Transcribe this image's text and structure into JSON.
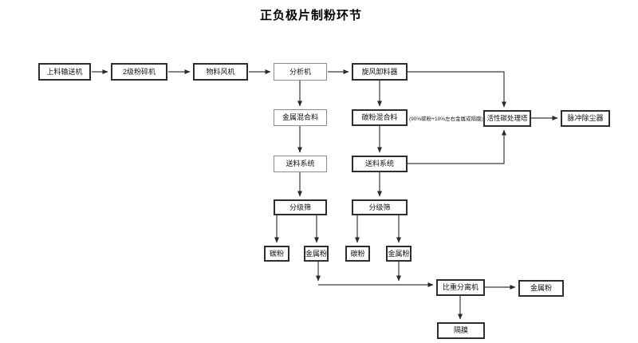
{
  "title": "正负极片制粉环节",
  "nodes": {
    "feeder": "上料输送机",
    "crusher": "2级粉碎机",
    "fan": "物料风机",
    "analyzer": "分析机",
    "cyclone": "旋风卸料器",
    "metal_mix": "金属混合料",
    "carbon_mix": "碳粉混合料",
    "ac_tower": "活性碳处理塔",
    "dust_collector": "脉冲除尘器",
    "feed_system_1": "送料系统",
    "feed_system_2": "送料系统",
    "sieve_1": "分级筛",
    "sieve_2": "分级筛",
    "carbon_1": "碳粉",
    "metal_1": "金属粉",
    "carbon_2": "碳粉",
    "metal_2": "金属粉",
    "gravity_separator": "比重分离机",
    "metal_out": "金属粉",
    "membrane": "隔膜"
  },
  "annotation": "(90%碳粉+10%左右金属或隔膜)",
  "edges": [
    {
      "from": "上料输送机",
      "to": "2级粉碎机"
    },
    {
      "from": "2级粉碎机",
      "to": "物料风机"
    },
    {
      "from": "物料风机",
      "to": "分析机"
    },
    {
      "from": "分析机",
      "to": "旋风卸料器"
    },
    {
      "from": "分析机",
      "to": "金属混合料"
    },
    {
      "from": "旋风卸料器",
      "to": "碳粉混合料"
    },
    {
      "from": "旋风卸料器",
      "to": "活性碳处理塔"
    },
    {
      "from": "金属混合料",
      "to": "送料系统"
    },
    {
      "from": "碳粉混合料",
      "to": "送料系统"
    },
    {
      "from": "送料系统",
      "to": "分级筛"
    },
    {
      "from": "送料系统",
      "to": "分级筛"
    },
    {
      "from": "送料系统",
      "to": "活性碳处理塔"
    },
    {
      "from": "活性碳处理塔",
      "to": "脉冲除尘器"
    },
    {
      "from": "分级筛",
      "to": "碳粉"
    },
    {
      "from": "分级筛",
      "to": "金属粉"
    },
    {
      "from": "分级筛",
      "to": "碳粉"
    },
    {
      "from": "分级筛",
      "to": "金属粉"
    },
    {
      "from": "金属粉",
      "to": "比重分离机"
    },
    {
      "from": "金属粉",
      "to": "比重分离机"
    },
    {
      "from": "比重分离机",
      "to": "金属粉"
    },
    {
      "from": "比重分离机",
      "to": "隔膜"
    }
  ],
  "colors": {
    "background": "#ffffff",
    "line": "#3a3a3a",
    "border": "#2e2e2e",
    "text": "#111111"
  }
}
